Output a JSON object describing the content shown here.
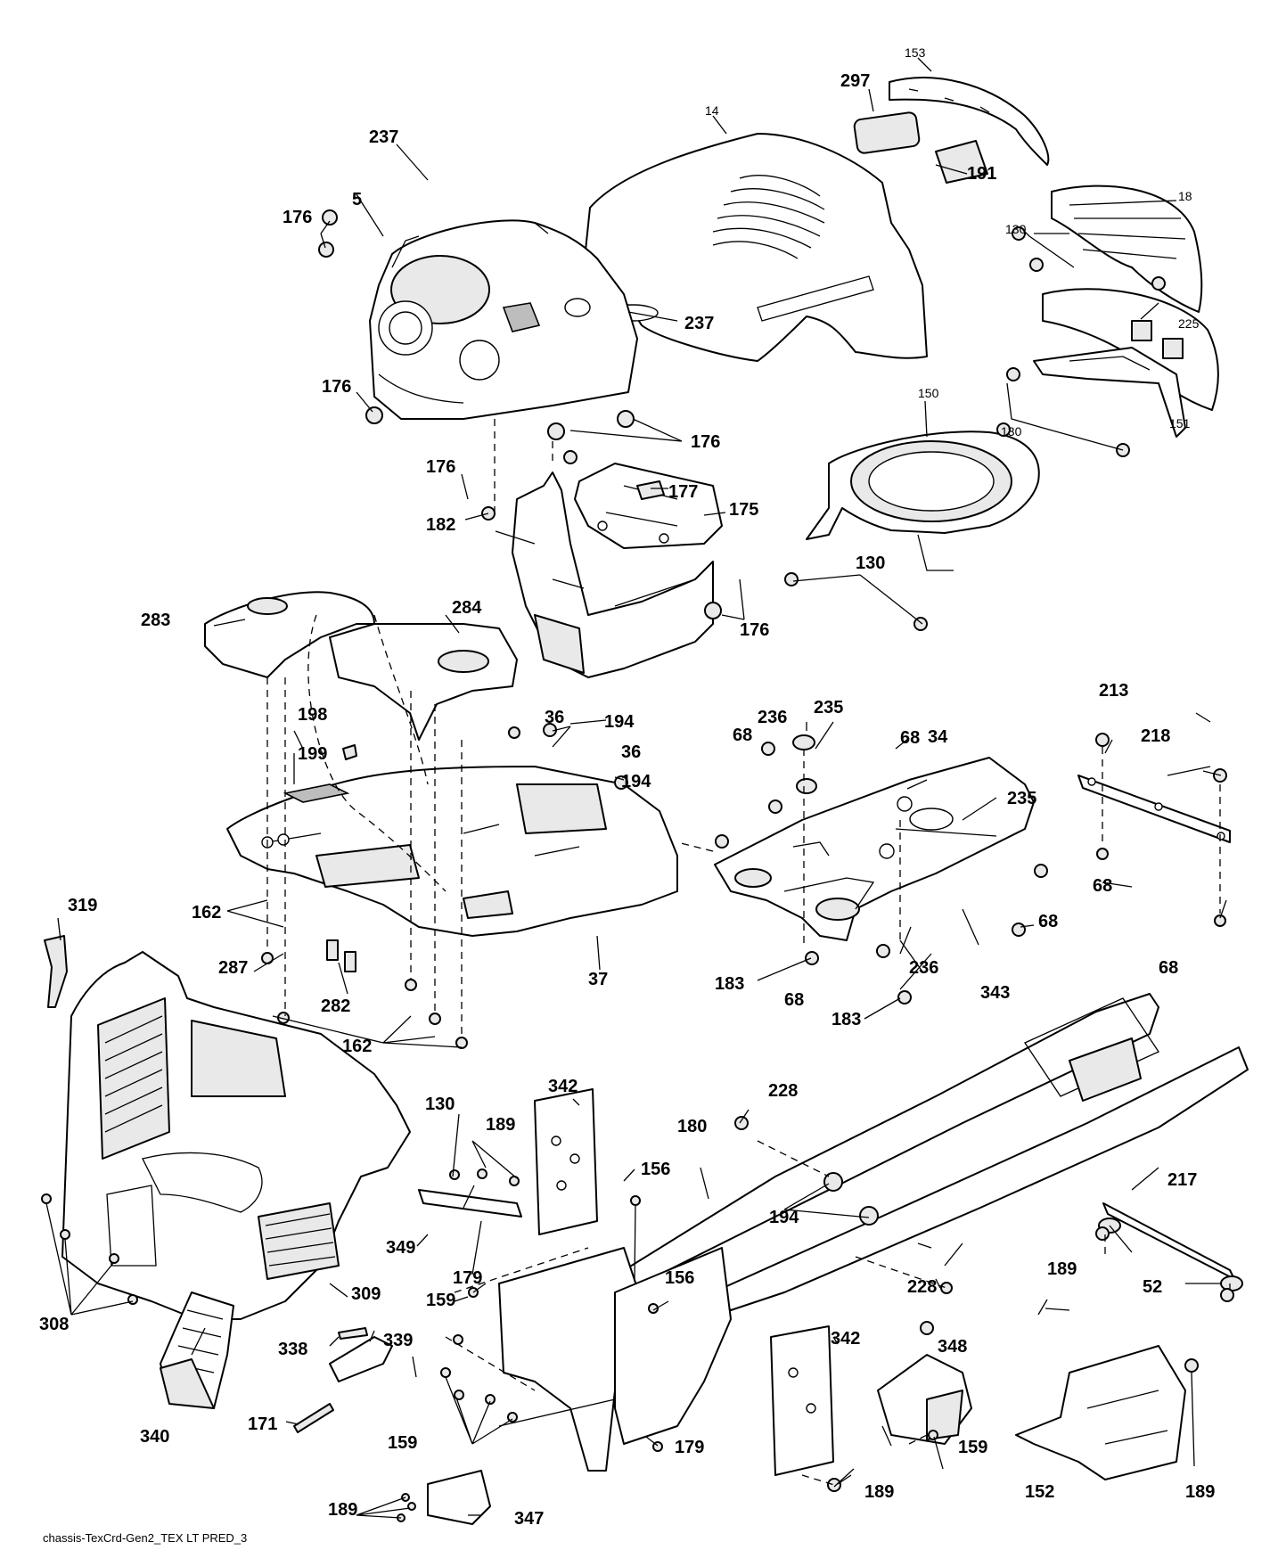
{
  "footer": {
    "code": "chassis-TexCrd-Gen2_TEX LT PRED_3"
  },
  "callouts": {
    "c14": "14",
    "c153": "153",
    "c297": "297",
    "c237a": "237",
    "c237b": "237",
    "c191": "191",
    "c18": "18",
    "c5": "5",
    "c176a": "176",
    "c176b": "176",
    "c176c": "176",
    "c176d": "176",
    "c176e": "176",
    "c130a": "130",
    "c130b": "130",
    "c130c": "130",
    "c130d": "130",
    "c225": "225",
    "c151": "151",
    "c150": "150",
    "c177": "177",
    "c175": "175",
    "c182": "182",
    "c283": "283",
    "c284": "284",
    "c36a": "36",
    "c36b": "36",
    "c194a": "194",
    "c194b": "194",
    "c194c": "194",
    "c198": "198",
    "c199": "199",
    "c37": "37",
    "c162a": "162",
    "c162b": "162",
    "c287": "287",
    "c282": "282",
    "c319": "319",
    "c309": "309",
    "c308": "308",
    "c236a": "236",
    "c236b": "236",
    "c235a": "235",
    "c235b": "235",
    "c68a": "68",
    "c68b": "68",
    "c68c": "68",
    "c68d": "68",
    "c68e": "68",
    "c68f": "68",
    "c34": "34",
    "c183a": "183",
    "c183b": "183",
    "c343": "343",
    "c213": "213",
    "c218": "218",
    "c228a": "228",
    "c228b": "228",
    "c342a": "342",
    "c342b": "342",
    "c189a": "189",
    "c189b": "189",
    "c189c": "189",
    "c189d": "189",
    "c189e": "189",
    "c180": "180",
    "c156a": "156",
    "c156b": "156",
    "c349": "349",
    "c179a": "179",
    "c179b": "179",
    "c159a": "159",
    "c159b": "159",
    "c159c": "159",
    "c217": "217",
    "c52": "52",
    "c339": "339",
    "c338": "338",
    "c340": "340",
    "c171": "171",
    "c348": "348",
    "c152": "152",
    "c347": "347"
  }
}
